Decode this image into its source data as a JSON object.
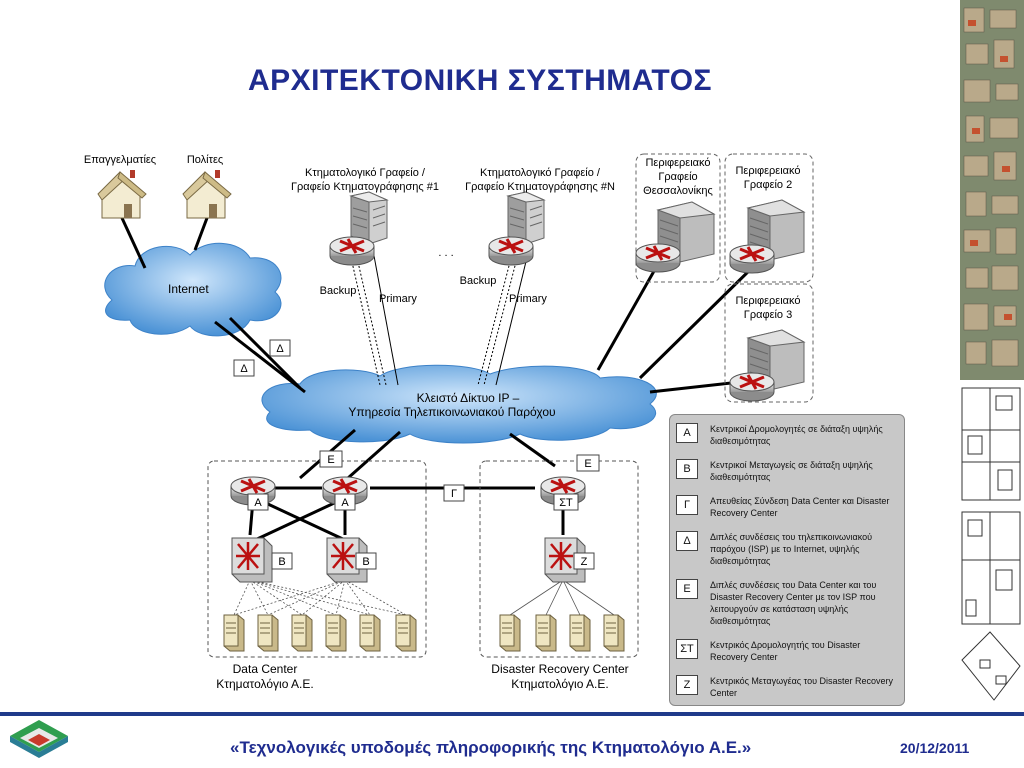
{
  "title": "ΑΡΧΙΤΕΚΤΟΝΙΚΗ ΣΥΣΤΗΜΑΤΟΣ",
  "footer": {
    "text": "«Τεχνολογικές υποδομές πληροφορικής της Κτηματολόγιο Α.Ε.»",
    "date": "20/12/2011"
  },
  "diagram": {
    "professionals": "Επαγγελματίες",
    "citizens": "Πολίτες",
    "internet": "Internet",
    "office1": [
      "Κτηματολογικό Γραφείο /",
      "Γραφείο Κτηματογράφησης #1"
    ],
    "officeN": [
      "Κτηματολογικό Γραφείο /",
      "Γραφείο Κτηματογράφησης #N"
    ],
    "ellipsis": ". . .",
    "regional_thess": [
      "Περιφερειακό",
      "Γραφείο",
      "Θεσσαλονίκης"
    ],
    "regional2": [
      "Περιφερειακό",
      "Γραφείο 2"
    ],
    "regional3": [
      "Περιφερειακό",
      "Γραφείο 3"
    ],
    "backup": "Backup",
    "primary": "Primary",
    "ip_network": [
      "Κλειστό Δίκτυο IP –",
      "Υπηρεσία Τηλεπικοινωνιακού Παρόχου"
    ],
    "dc_label": [
      "Data Center",
      "Κτηματολόγιο Α.Ε."
    ],
    "drc_label": [
      "Disaster Recovery Center",
      "Κτηματολόγιο Α.Ε."
    ],
    "tags": {
      "A": "Α",
      "B": "Β",
      "G": "Γ",
      "D": "Δ",
      "E": "Ε",
      "ST": "ΣΤ",
      "Z": "Ζ"
    }
  },
  "legend": [
    {
      "key": "Α",
      "text": "Κεντρικοί Δρομολογητές σε διάταξη υψηλής διαθεσιμότητας"
    },
    {
      "key": "Β",
      "text": "Κεντρικοί Μεταγωγείς σε διάταξη υψηλής διαθεσιμότητας"
    },
    {
      "key": "Γ",
      "text": "Απευθείας Σύνδεση Data Center και Disaster Recovery Center"
    },
    {
      "key": "Δ",
      "text": "Διπλές συνδέσεις του τηλεπικοινωνιακού παρόχου (ISP) με το Internet, υψηλής διαθεσιμότητας"
    },
    {
      "key": "Ε",
      "text": "Διπλές συνδέσεις του Data Center και του Disaster Recovery Center με τον ISP που λειτουργούν σε κατάσταση υψηλής διαθεσιμότητας"
    },
    {
      "key": "ΣΤ",
      "text": "Κεντρικός Δρομολογητής του Disaster Recovery Center"
    },
    {
      "key": "Ζ",
      "text": "Κεντρικός Μεταγωγέας του Disaster Recovery Center"
    }
  ]
}
